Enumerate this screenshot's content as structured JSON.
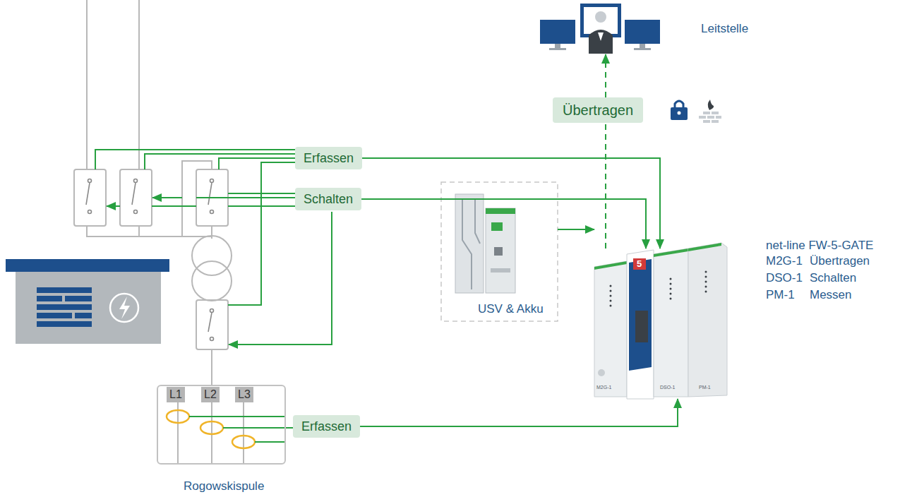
{
  "diagram": {
    "nodes": [
      {
        "text": [
          "Leitstelle"
        ]
      },
      {
        "text": [
          "Übertragen"
        ]
      },
      {
        "text": [
          "Erfassen"
        ]
      },
      {
        "text": [
          "Schalten"
        ]
      },
      {
        "text": [
          "USV & Akku"
        ]
      },
      {
        "text": [
          "net-line FW-5-GATE"
        ]
      },
      {
        "text": [
          "Rogowskispule"
        ]
      },
      {
        "text": [
          "L1"
        ],
        "in": 6
      },
      {
        "text": [
          "L2"
        ],
        "in": 6
      },
      {
        "text": [
          "L3"
        ],
        "in": 6
      },
      {
        "text": [
          "Erfassen"
        ]
      }
    ],
    "edges": [
      {
        "from": 2,
        "to": 5,
        "arrow": "to"
      },
      {
        "from": 3,
        "to": 5,
        "arrow": "to"
      },
      {
        "from": 10,
        "to": 5,
        "arrow": "to"
      },
      {
        "from": 4,
        "to": 5,
        "arrow": "to"
      },
      {
        "from": 5,
        "to": 1,
        "arrow": "none"
      },
      {
        "from": 1,
        "to": 0,
        "arrow": "to"
      },
      {
        "from": 6,
        "to": 10,
        "arrow": "none"
      }
    ],
    "labels": [
      "M2G-1",
      "Übertragen",
      "DSO-1",
      "Schalten",
      "PM-1",
      "Messen",
      "5",
      "M2G-1",
      "DSO-1",
      "PM-1"
    ]
  }
}
